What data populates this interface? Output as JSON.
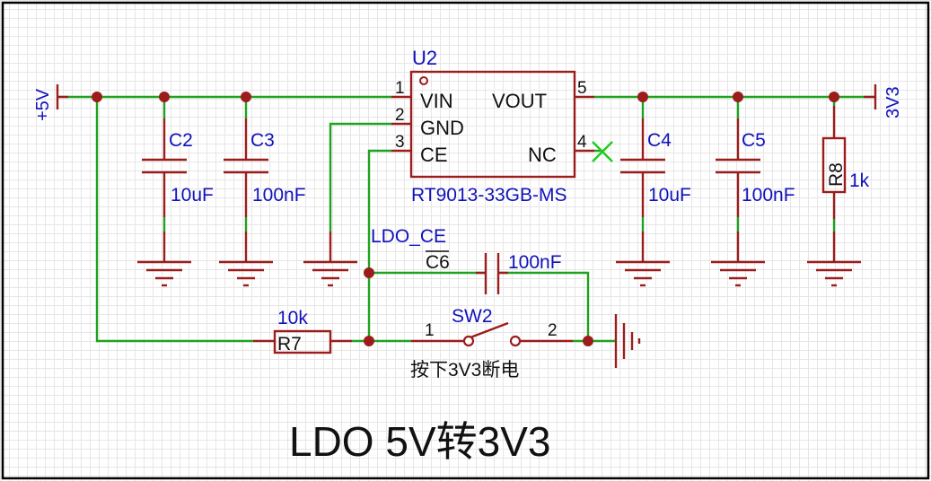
{
  "schematic": {
    "title": "LDO 5V转3V3",
    "ic": {
      "ref": "U2",
      "part": "RT9013-33GB-MS",
      "pins": [
        {
          "num": "1",
          "name": "VIN"
        },
        {
          "num": "2",
          "name": "GND"
        },
        {
          "num": "3",
          "name": "CE"
        },
        {
          "num": "4",
          "name": "NC"
        },
        {
          "num": "5",
          "name": "VOUT"
        }
      ]
    },
    "power_in": "+5V",
    "power_out": "3V3",
    "net_label": "LDO_CE",
    "switch": {
      "ref": "SW2",
      "pin1": "1",
      "pin2": "2",
      "note": "按下3V3断电"
    },
    "components": {
      "c2": {
        "ref": "C2",
        "value": "10uF"
      },
      "c3": {
        "ref": "C3",
        "value": "100nF"
      },
      "c4": {
        "ref": "C4",
        "value": "10uF"
      },
      "c5": {
        "ref": "C5",
        "value": "100nF"
      },
      "c6": {
        "ref": "C6",
        "value": "100nF"
      },
      "r7": {
        "ref": "R7",
        "value": "10k"
      },
      "r8": {
        "ref": "R8",
        "value": "1k"
      }
    },
    "colors": {
      "wire": "#1fa21f",
      "part": "#9c1c1c",
      "label": "#1111bb",
      "text": "#111111"
    }
  }
}
